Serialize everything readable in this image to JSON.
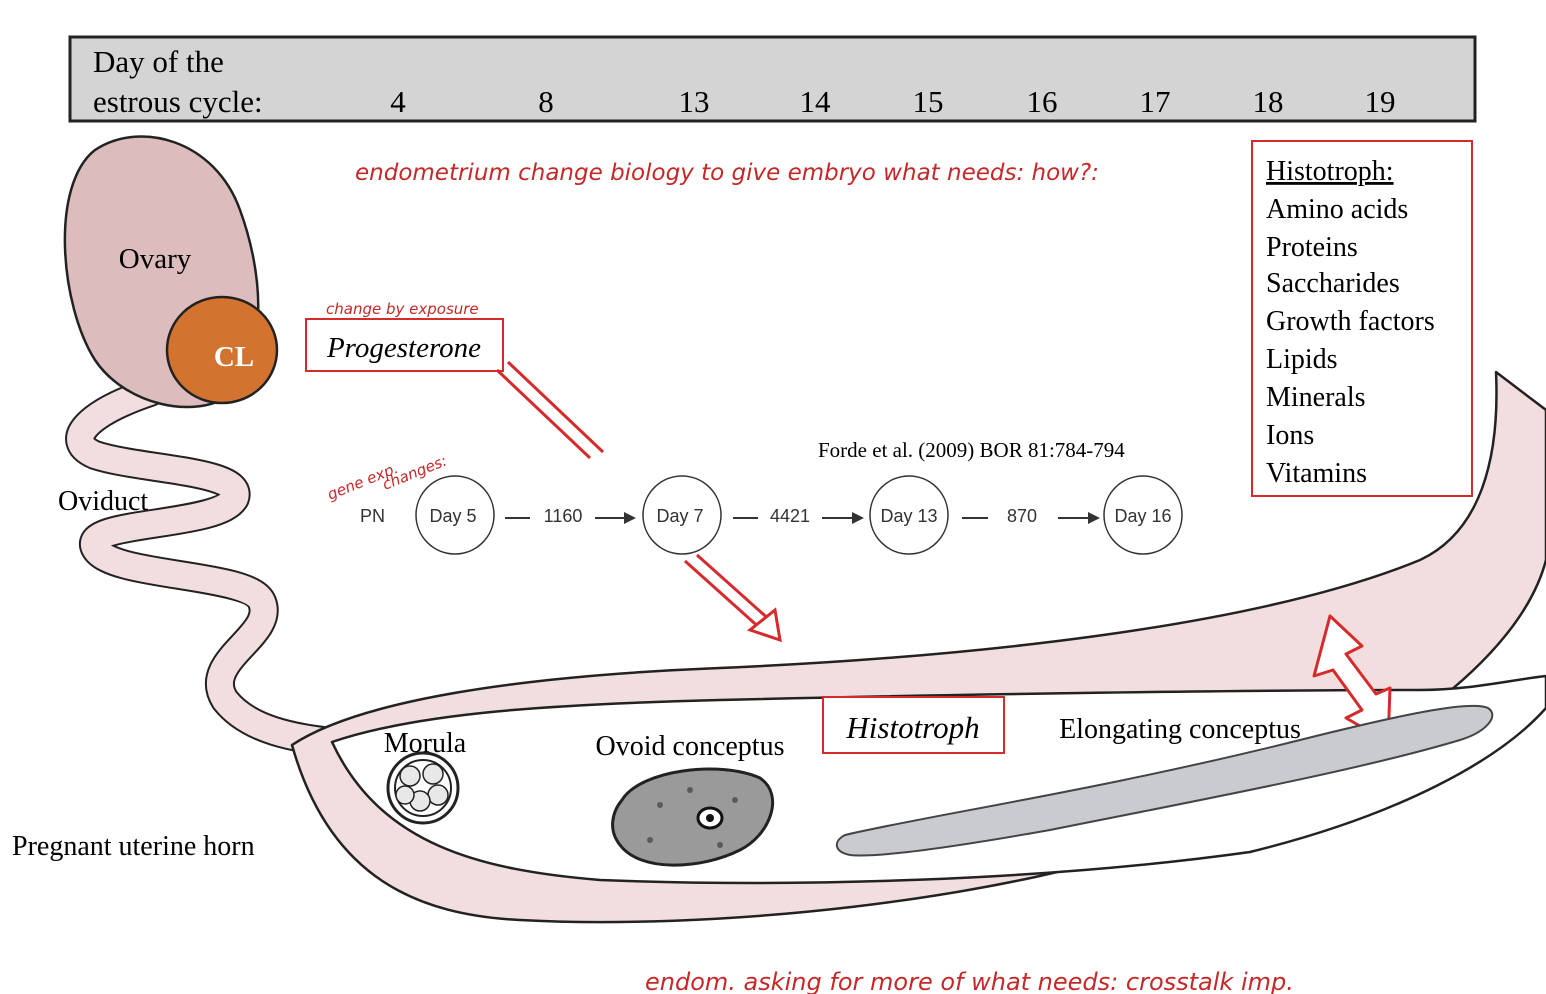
{
  "header": {
    "label_line1": "Day of the",
    "label_line2": "estrous cycle:",
    "days": [
      "4",
      "8",
      "13",
      "14",
      "15",
      "16",
      "17",
      "18",
      "19"
    ]
  },
  "labels": {
    "ovary": "Ovary",
    "cl": "CL",
    "oviduct": "Oviduct",
    "uterine_horn": "Pregnant uterine horn",
    "progesterone": "Progesterone",
    "histotroph_center": "Histotroph",
    "morula": "Morula",
    "ovoid": "Ovoid conceptus",
    "elongating": "Elongating conceptus",
    "citation": "Forde et al. (2009) BOR 81:784-794"
  },
  "histotroph_box": {
    "title": "Histotroph:",
    "items": [
      "Amino acids",
      "Proteins",
      "Saccharides",
      "Growth factors",
      "Lipids",
      "Minerals",
      "Ions",
      "Vitamins"
    ]
  },
  "gene_expression": {
    "start": "PN",
    "days": [
      "Day 5",
      "Day 7",
      "Day 13",
      "Day 16"
    ],
    "counts": [
      "1160",
      "4421",
      "870"
    ]
  },
  "annotations": {
    "top": "endometrium change biology to give embryo what needs: how?:",
    "progesterone_note": "change by exposure",
    "gene_note_line1": "gene exp.",
    "gene_note_line2": "changes:",
    "bottom": "endom. asking for more of what needs: crosstalk imp."
  },
  "colors": {
    "ovary_fill": "#dcbcbc",
    "cl_fill": "#d2742f",
    "tract_fill": "#f2dede",
    "accent_red": "#d62b2b",
    "header_fill": "#d4d4d4"
  }
}
